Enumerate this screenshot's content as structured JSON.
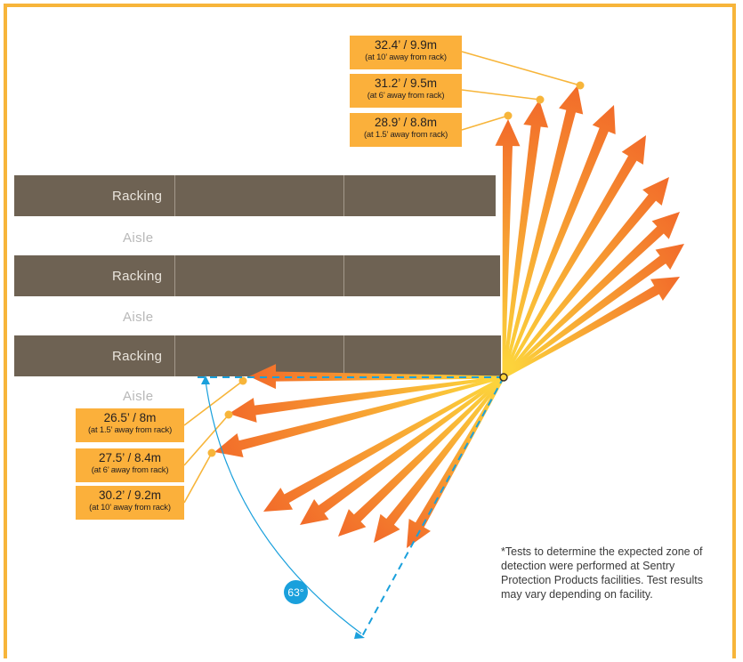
{
  "racks": [
    "Racking",
    "Racking",
    "Racking"
  ],
  "aisles": [
    "Aisle",
    "Aisle",
    "Aisle"
  ],
  "top_labels": [
    {
      "distance": "32.4’ / 9.9m",
      "note": "(at 10’ away from rack)"
    },
    {
      "distance": "31.2’ / 9.5m",
      "note": "(at 6’ away from rack)"
    },
    {
      "distance": "28.9’ / 8.8m",
      "note": "(at 1.5’ away from rack)"
    }
  ],
  "bottom_labels": [
    {
      "distance": "26.5’ / 8m",
      "note": "(at 1.5’ away from rack)"
    },
    {
      "distance": "27.5’ / 8.4m",
      "note": "(at 6’ away from rack)"
    },
    {
      "distance": "30.2’ / 9.2m",
      "note": "(at 10’ away from rack)"
    }
  ],
  "angle": "63°",
  "footnote": "*Tests to determine the expected zone of detection were performed at Sentry Protection Products facilities. Test results may vary depending on facility.",
  "colors": {
    "frame": "#f7b53a",
    "racking": "#6e6253",
    "label_bg": "#fbb03b",
    "arrow_start": "#fcd33b",
    "arrow_end": "#f26b2a",
    "angle_line": "#1aa0dc"
  }
}
